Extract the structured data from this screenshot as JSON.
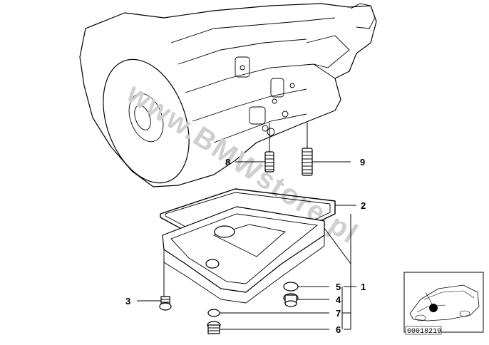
{
  "diagram": {
    "watermark": "www.BMWstore.pl",
    "reference_number": "00018219",
    "callouts": [
      {
        "id": "1",
        "label": "1"
      },
      {
        "id": "2",
        "label": "2"
      },
      {
        "id": "3",
        "label": "3"
      },
      {
        "id": "4",
        "label": "4"
      },
      {
        "id": "5",
        "label": "5"
      },
      {
        "id": "6",
        "label": "6"
      },
      {
        "id": "7",
        "label": "7"
      },
      {
        "id": "8",
        "label": "8"
      },
      {
        "id": "9",
        "label": "9"
      }
    ]
  }
}
